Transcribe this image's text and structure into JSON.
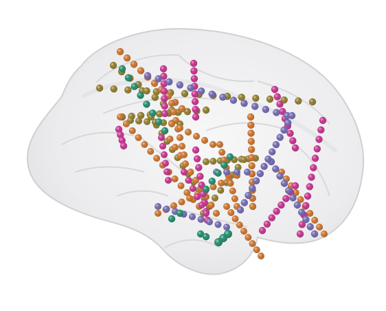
{
  "figure": {
    "subject": "brain-surface-with-electrode-contacts",
    "colors": {
      "background": "#ffffff",
      "brain_fill": "#e9e9ea",
      "brain_stroke": "#cfd0d2",
      "gyri_line": "#d6d6d8",
      "olive": "#8e7a2a",
      "orange": "#c9712a",
      "magenta": "#c4318c",
      "purple": "#6f67b0",
      "teal": "#1f8a6a"
    },
    "electrode_groups": [
      {
        "name": "olive-electrodes",
        "color": "olive"
      },
      {
        "name": "orange-electrodes",
        "color": "orange"
      },
      {
        "name": "magenta-electrodes",
        "color": "magenta"
      },
      {
        "name": "purple-electrodes",
        "color": "purple"
      },
      {
        "name": "teal-electrodes",
        "color": "teal"
      }
    ]
  }
}
